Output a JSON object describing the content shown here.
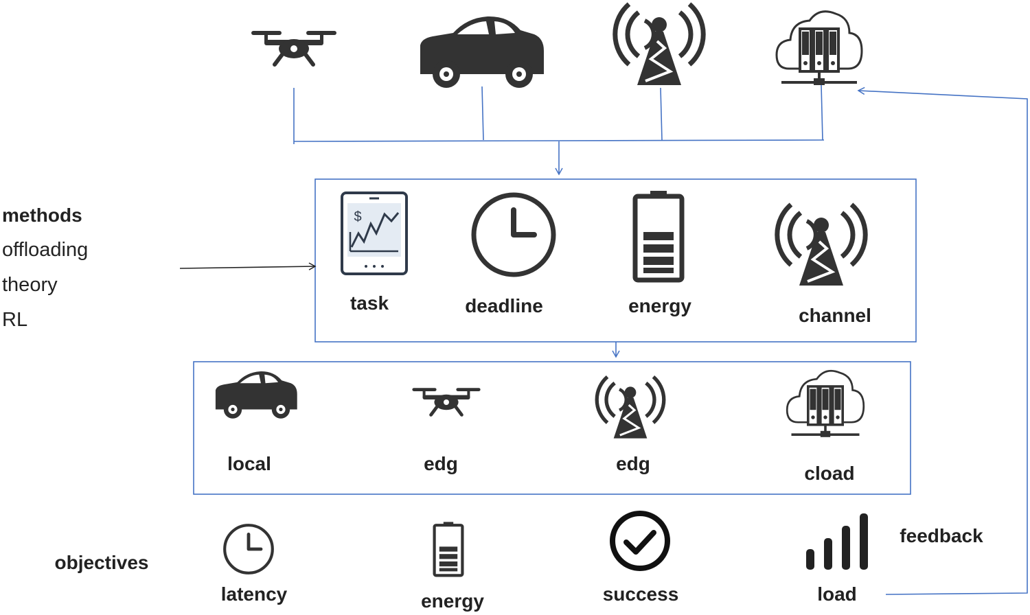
{
  "methods": {
    "title": "methods",
    "items": [
      "offloading",
      "theory",
      "RL"
    ]
  },
  "state_box": {
    "task": "task",
    "deadline": "deadline",
    "energy": "energy",
    "channel": "channel",
    "task_currency": "$"
  },
  "action_box": {
    "local": "local",
    "edg_drone": "edg",
    "edg_tower": "edg",
    "cloud": "cload"
  },
  "objectives": {
    "title": "objectives",
    "latency": "latency",
    "energy": "energy",
    "success": "success",
    "load": "load",
    "feedback": "feedback"
  },
  "icons": {
    "top_row": [
      "drone-icon",
      "car-icon",
      "tower-icon",
      "cloud-server-icon"
    ],
    "state_row": [
      "tablet-chart-icon",
      "clock-icon",
      "battery-icon",
      "tower-icon"
    ],
    "action_row": [
      "car-icon",
      "drone-icon",
      "tower-icon",
      "cloud-server-icon"
    ],
    "objective_row": [
      "clock-icon",
      "battery-icon",
      "check-circle-icon",
      "signal-bars-icon"
    ]
  },
  "colors": {
    "connector": "#4472c4",
    "icon": "#333333",
    "text": "#222222"
  }
}
